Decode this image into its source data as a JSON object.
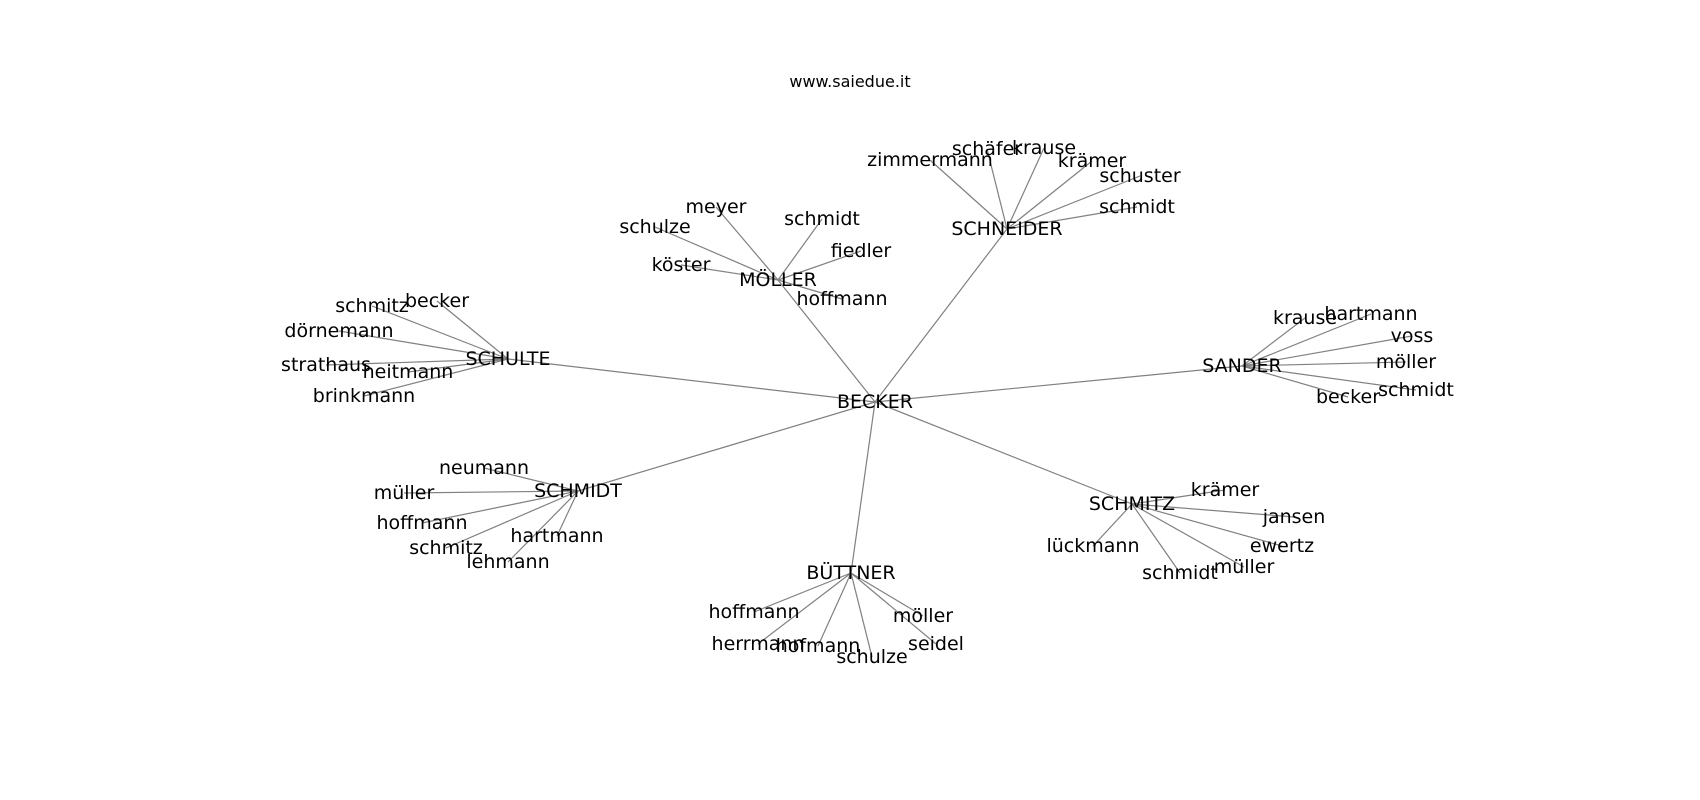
{
  "title": "www.saiedue.it",
  "root": "BECKER",
  "hubs": [
    {
      "name": "SCHNEIDER",
      "leaves": [
        "zimmermann",
        "schäfer",
        "krause",
        "krämer",
        "schuster",
        "schmidt"
      ]
    },
    {
      "name": "MÖLLER",
      "leaves": [
        "meyer",
        "schulze",
        "schmidt",
        "fiedler",
        "köster",
        "hoffmann"
      ]
    },
    {
      "name": "SCHULTE",
      "leaves": [
        "schmitz",
        "becker",
        "dörnemann",
        "strathaus",
        "heitmann",
        "brinkmann"
      ]
    },
    {
      "name": "SANDER",
      "leaves": [
        "krause",
        "hartmann",
        "voss",
        "möller",
        "schmidt",
        "becker"
      ]
    },
    {
      "name": "SCHMIDT",
      "leaves": [
        "neumann",
        "müller",
        "hoffmann",
        "schmitz",
        "lehmann",
        "hartmann"
      ]
    },
    {
      "name": "SCHMITZ",
      "leaves": [
        "krämer",
        "jansen",
        "lückmann",
        "ewertz",
        "schmidt",
        "müller"
      ]
    },
    {
      "name": "BÜTTNER",
      "leaves": [
        "hoffmann",
        "herrmann",
        "hofmann",
        "schulze",
        "möller",
        "seidel"
      ]
    }
  ]
}
